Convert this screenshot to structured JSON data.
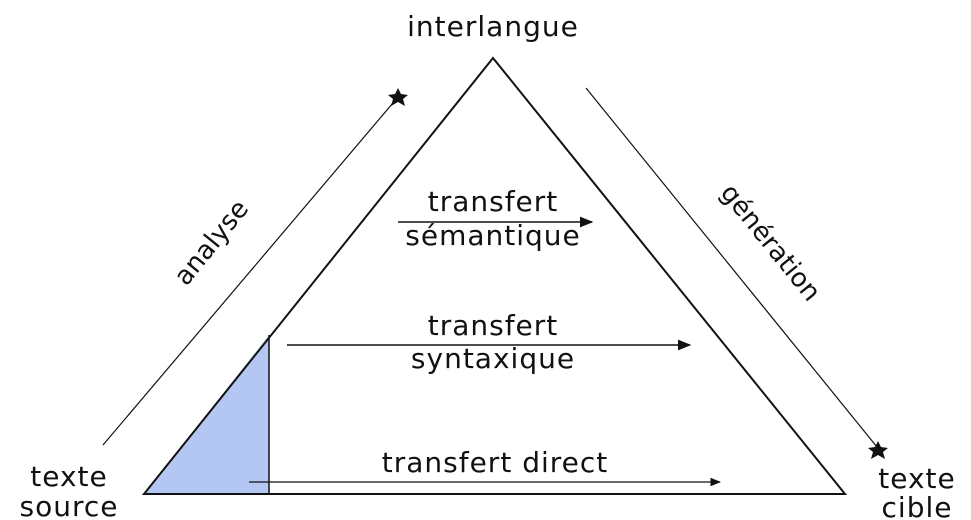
{
  "labels": {
    "top": "interlangue",
    "bottom_left_line1": "texte",
    "bottom_left_line2": "source",
    "bottom_right_line1": "texte",
    "bottom_right_line2": "cible",
    "left_side": "analyse",
    "right_side": "génération",
    "level1_line1": "transfert",
    "level1_line2": "sémantique",
    "level2_line1": "transfert",
    "level2_line2": "syntaxique",
    "level3": "transfert direct"
  },
  "colors": {
    "stroke": "#111111",
    "text": "#111111",
    "highlight_fill": "#b4c6f2"
  }
}
